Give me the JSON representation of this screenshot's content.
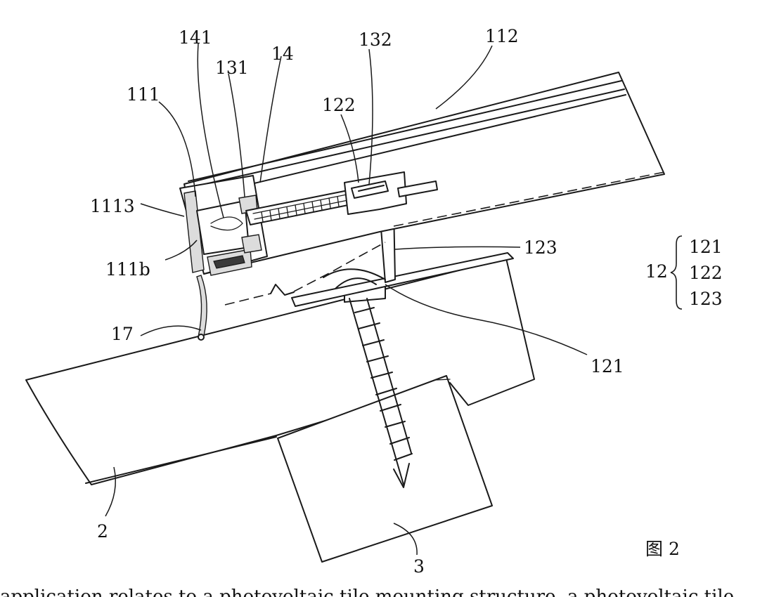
{
  "figure": {
    "caption": "图 2",
    "labels": {
      "l141": "141",
      "l131": "131",
      "l14": "14",
      "l132": "132",
      "l112": "112",
      "l111": "111",
      "l122": "122",
      "l1113": "1113",
      "l111b": "111b",
      "l123": "123",
      "l17": "17",
      "l121": "121",
      "l2": "2",
      "l3": "3"
    },
    "group_legend": {
      "name": "12",
      "items": [
        "121",
        "122",
        "123"
      ]
    }
  },
  "bottom_text": "application relates to a photovoltaic tile mounting structure, a photovoltaic tile"
}
